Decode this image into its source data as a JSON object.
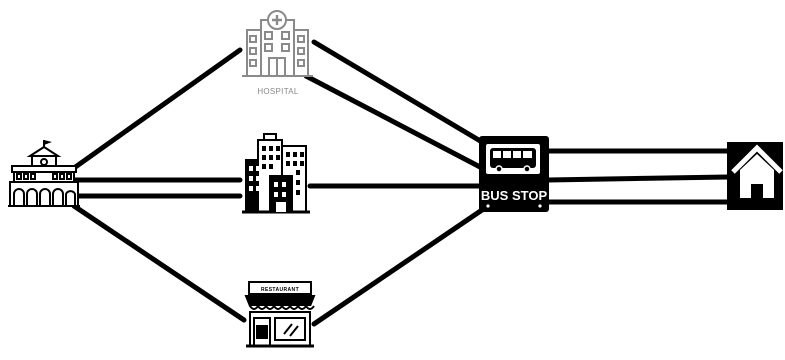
{
  "nodes": {
    "school": {
      "icon": "school-icon"
    },
    "hospital": {
      "icon": "hospital-icon",
      "label": "HOSPITAL"
    },
    "office": {
      "icon": "city-buildings-icon"
    },
    "restaurant": {
      "icon": "restaurant-icon",
      "sign": "RESTAURANT"
    },
    "bus_stop": {
      "icon": "bus-stop-icon",
      "label": "BUS STOP"
    },
    "home": {
      "icon": "house-icon"
    }
  },
  "connections": [
    {
      "from": "school",
      "to": "hospital"
    },
    {
      "from": "school",
      "to": "office"
    },
    {
      "from": "school",
      "to": "office"
    },
    {
      "from": "school",
      "to": "restaurant"
    },
    {
      "from": "hospital",
      "to": "bus_stop"
    },
    {
      "from": "hospital",
      "to": "bus_stop"
    },
    {
      "from": "office",
      "to": "bus_stop"
    },
    {
      "from": "restaurant",
      "to": "bus_stop"
    },
    {
      "from": "bus_stop",
      "to": "home"
    },
    {
      "from": "bus_stop",
      "to": "home"
    },
    {
      "from": "bus_stop",
      "to": "home"
    }
  ],
  "colors": {
    "line": "#000000",
    "icon_gray": "#8a8a8a",
    "background": "#ffffff"
  }
}
